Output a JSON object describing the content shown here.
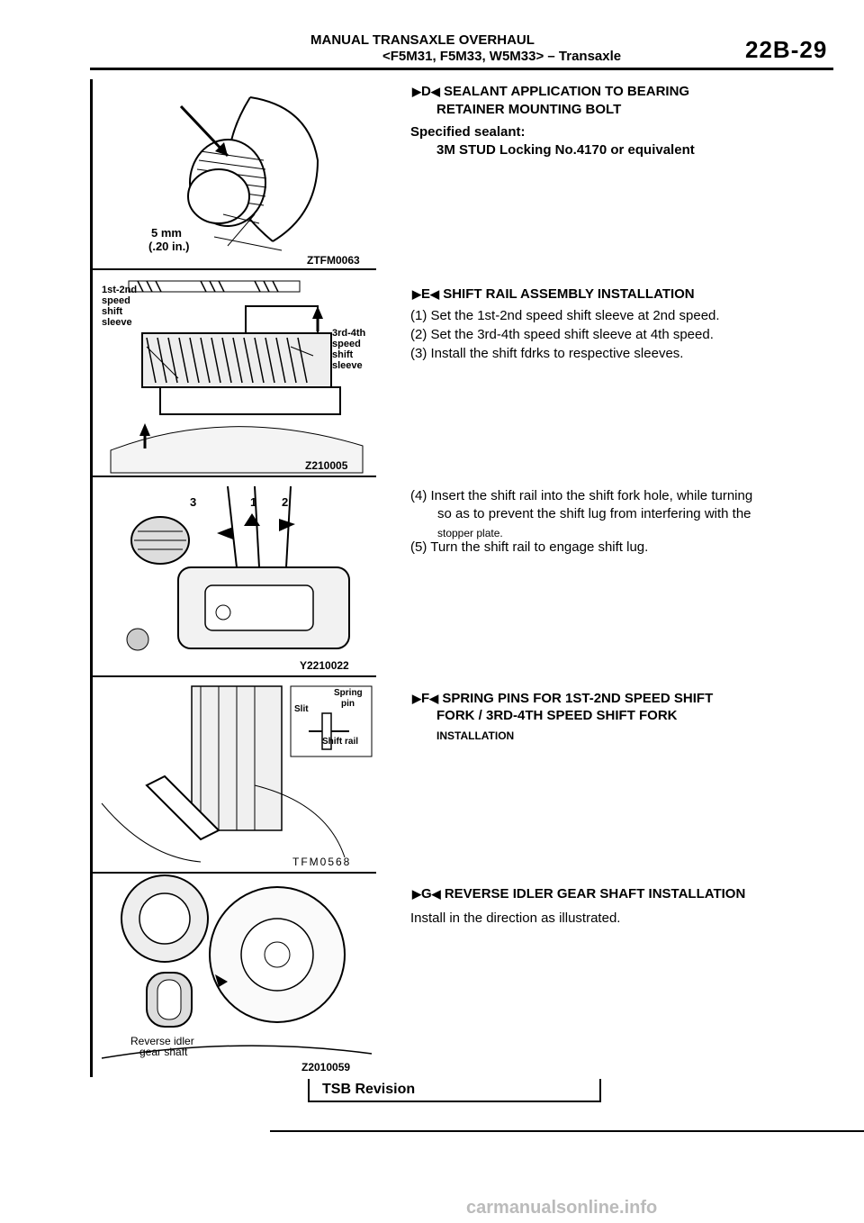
{
  "header": {
    "title": "MANUAL TRANSAXLE OVERHAUL",
    "subtitle": "<F5M31, F5M33, W5M33> – Transaxle",
    "page_number": "22B-29"
  },
  "figures": [
    {
      "id": "ZTFM0063",
      "labels": [
        "5 mm",
        "(.20 in.)"
      ]
    },
    {
      "id": "Z210005",
      "labels": [
        "1st-2nd",
        "speed",
        "shift",
        "sleeve",
        "3rd-4th",
        "speed",
        "shift",
        "sleeve"
      ]
    },
    {
      "id": "Y2210022",
      "labels": [
        "3",
        "1",
        "2"
      ]
    },
    {
      "id": "TFM0568",
      "labels": [
        "Spring",
        "pin",
        "Slit",
        "Shift rail"
      ]
    },
    {
      "id": "Z2010059",
      "labels": [
        "Reverse idler",
        "gear shaft"
      ]
    }
  ],
  "sections": {
    "d": {
      "marker": "D",
      "heading1": "SEALANT APPLICATION TO BEARING",
      "heading2": "RETAINER MOUNTING BOLT",
      "spec_label": "Specified sealant:",
      "spec_value": "3M STUD Locking No.4170 or equivalent"
    },
    "e": {
      "marker": "E",
      "heading": "SHIFT RAIL ASSEMBLY INSTALLATION",
      "steps": [
        "(1) Set the 1st-2nd speed shift sleeve at 2nd speed.",
        "(2) Set the 3rd-4th speed shift sleeve at 4th speed.",
        "(3) Install the shift fdrks to respective sleeves.",
        "(4) Insert the shift rail into the shift fork hole, while turning",
        "so as to prevent the shift lug from interfering with the",
        "stopper plate.",
        "(5) Turn the shift rail to engage shift lug."
      ]
    },
    "f": {
      "marker": "F",
      "heading1": "SPRING PINS FOR 1ST-2ND SPEED SHIFT",
      "heading2": "FORK / 3RD-4TH SPEED SHIFT FORK",
      "heading3": "INSTALLATION"
    },
    "g": {
      "marker": "G",
      "heading": "REVERSE IDLER GEAR SHAFT INSTALLATION",
      "body": "Install in the direction as illustrated."
    }
  },
  "footer": {
    "tsb": "TSB Revision",
    "watermark": "carmanualsonline.info"
  }
}
